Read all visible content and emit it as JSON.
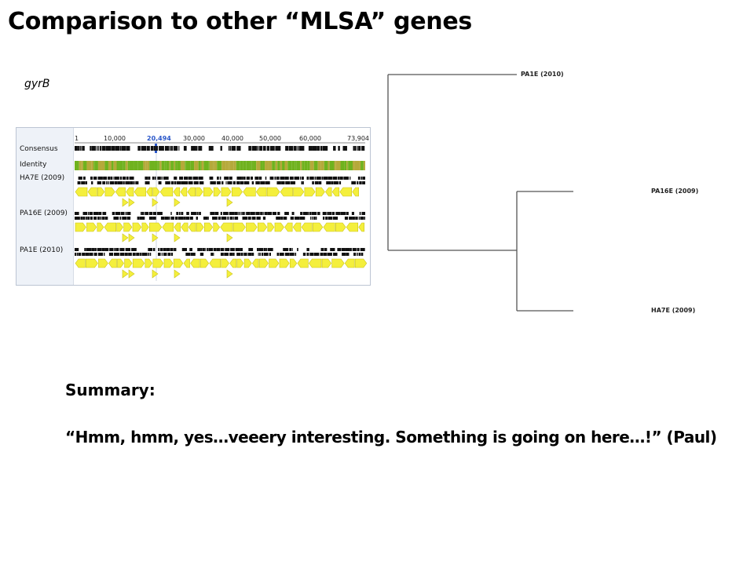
{
  "slide": {
    "title": "Comparison to other “MLSA” genes",
    "gene_label": "gyrB"
  },
  "alignment": {
    "ruler_ticks": [
      "1",
      "10,000",
      "20,494",
      "30,000",
      "40,000",
      "50,000",
      "60,000",
      "73,904"
    ],
    "highlight_tick": "20,494",
    "tracks": {
      "consensus": "Consensus",
      "identity": "Identity",
      "seq1": "HA7E (2009)",
      "seq2": "PA16E (2009)",
      "seq3": "PA1E (2010)"
    },
    "colors": {
      "identity_green": "#6fb21e",
      "identity_olive": "#b5a93a",
      "feature_yellow": "#f4ef3c",
      "feature_outline": "#c9c21a",
      "highlight_blue": "#2a57c9"
    }
  },
  "tree": {
    "leaves": {
      "a": "PA1E (2010)",
      "b": "PA16E (2009)",
      "c": "HA7E (2009)"
    }
  },
  "summary": {
    "heading": "Summary:",
    "quote": "“Hmm, hmm, yes…veeery interesting. Something is going on here…!” (Paul)"
  }
}
